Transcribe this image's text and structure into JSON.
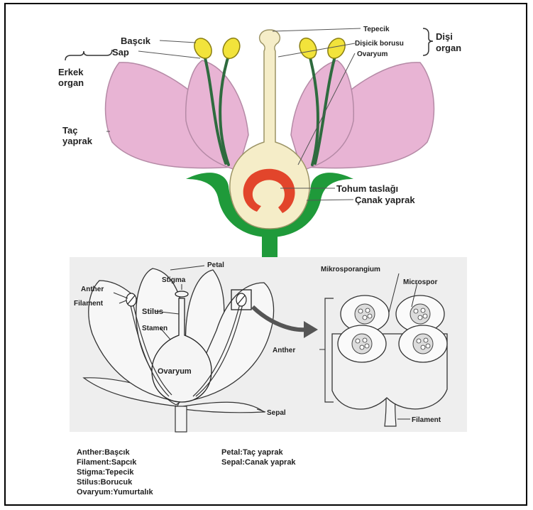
{
  "top": {
    "labels": {
      "bascik": "Başcık",
      "sap": "Sap",
      "erkek1": "Erkek",
      "erkek2": "organ",
      "tac1": "Taç",
      "tac2": "yaprak",
      "tepecik": "Tepecik",
      "disicik_borusu": "Dişicik borusu",
      "ovaryum": "Ovaryum",
      "disi1": "Dişi",
      "disi2": "organ",
      "tohum": "Tohum taslağı",
      "canak": "Çanak yaprak"
    }
  },
  "bottom": {
    "labels": {
      "petal": "Petal",
      "stigma": "Stigma",
      "anther": "Anther",
      "filament": "Filament",
      "stilus": "Stilus",
      "stamen": "Stamen",
      "ovaryum": "Ovaryum",
      "sepal": "Sepal",
      "mikrosporangium": "Mikrosporangium",
      "microspor": "Microspor",
      "anther_zoom": "Anther",
      "filament_zoom": "Filament"
    },
    "legend_left": [
      "Anther:Başcık",
      "Filament:Sapcık",
      "Stigma:Tepecik",
      "Stilus:Borucuk",
      "Ovaryum:Yumurtalık"
    ],
    "legend_right": [
      "Petal:Taç yaprak",
      "Sepal:Canak yaprak"
    ]
  },
  "colors": {
    "petal": "#e8b4d4",
    "petal_stroke": "#b58aa6",
    "stem": "#1f9a3a",
    "pistil": "#f5edc8",
    "ovule": "#e2452b",
    "anther": "#f2e33b",
    "sketch_bg": "#eeeeee"
  }
}
